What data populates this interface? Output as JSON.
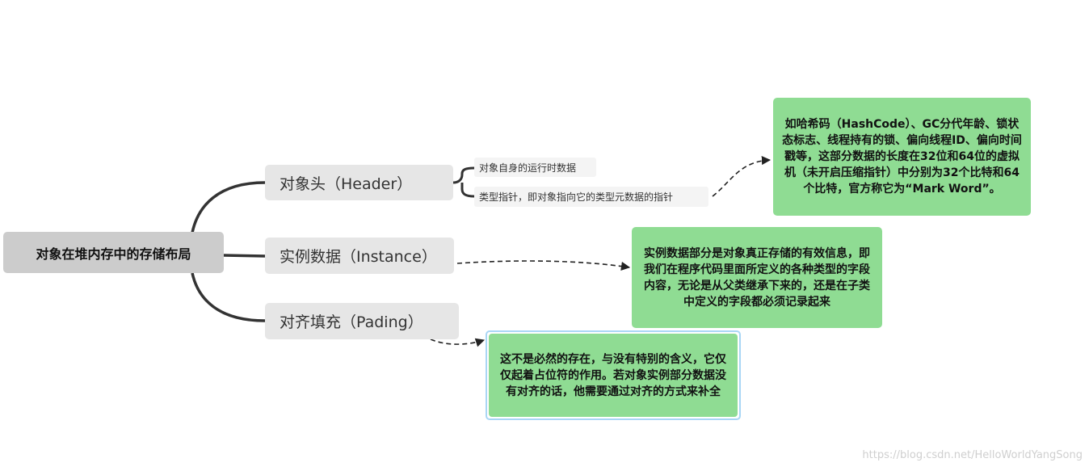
{
  "root": {
    "label": "对象在堆内存中的存储布局"
  },
  "branches": [
    {
      "label": "对象头（Header）"
    },
    {
      "label": "实例数据（Instance）"
    },
    {
      "label": "对齐填充（Pading）"
    }
  ],
  "header_children": [
    {
      "label": "对象自身的运行时数据"
    },
    {
      "label": "类型指针，即对象指向它的类型元数据的指针"
    }
  ],
  "notes": [
    {
      "text": "如哈希码（HashCode）、GC分代年龄、锁状态标志、线程持有的锁、偏向线程ID、偏向时间戳等，这部分数据的长度在32位和64位的虚拟机（未开启压缩指针）中分别为32个比特和64个比特，官方称它为“Mark Word”。"
    },
    {
      "text": "实例数据部分是对象真正存储的有效信息，即我们在程序代码里面所定义的各种类型的字段内容，无论是从父类继承下来的，还是在子类中定义的字段都必须记录起来"
    },
    {
      "text": "这不是必然的存在，与没有特别的含义，它仅仅起着占位符的作用。若对象实例部分数据没有对齐的话，他需要通过对齐的方式来补全"
    }
  ],
  "watermark": "https://blog.csdn.net/HelloWorldYangSong",
  "colors": {
    "root_bg": "#cccccc",
    "branch_bg": "#e6e6e6",
    "note_bg": "#8fdc93",
    "connector": "#333333"
  }
}
